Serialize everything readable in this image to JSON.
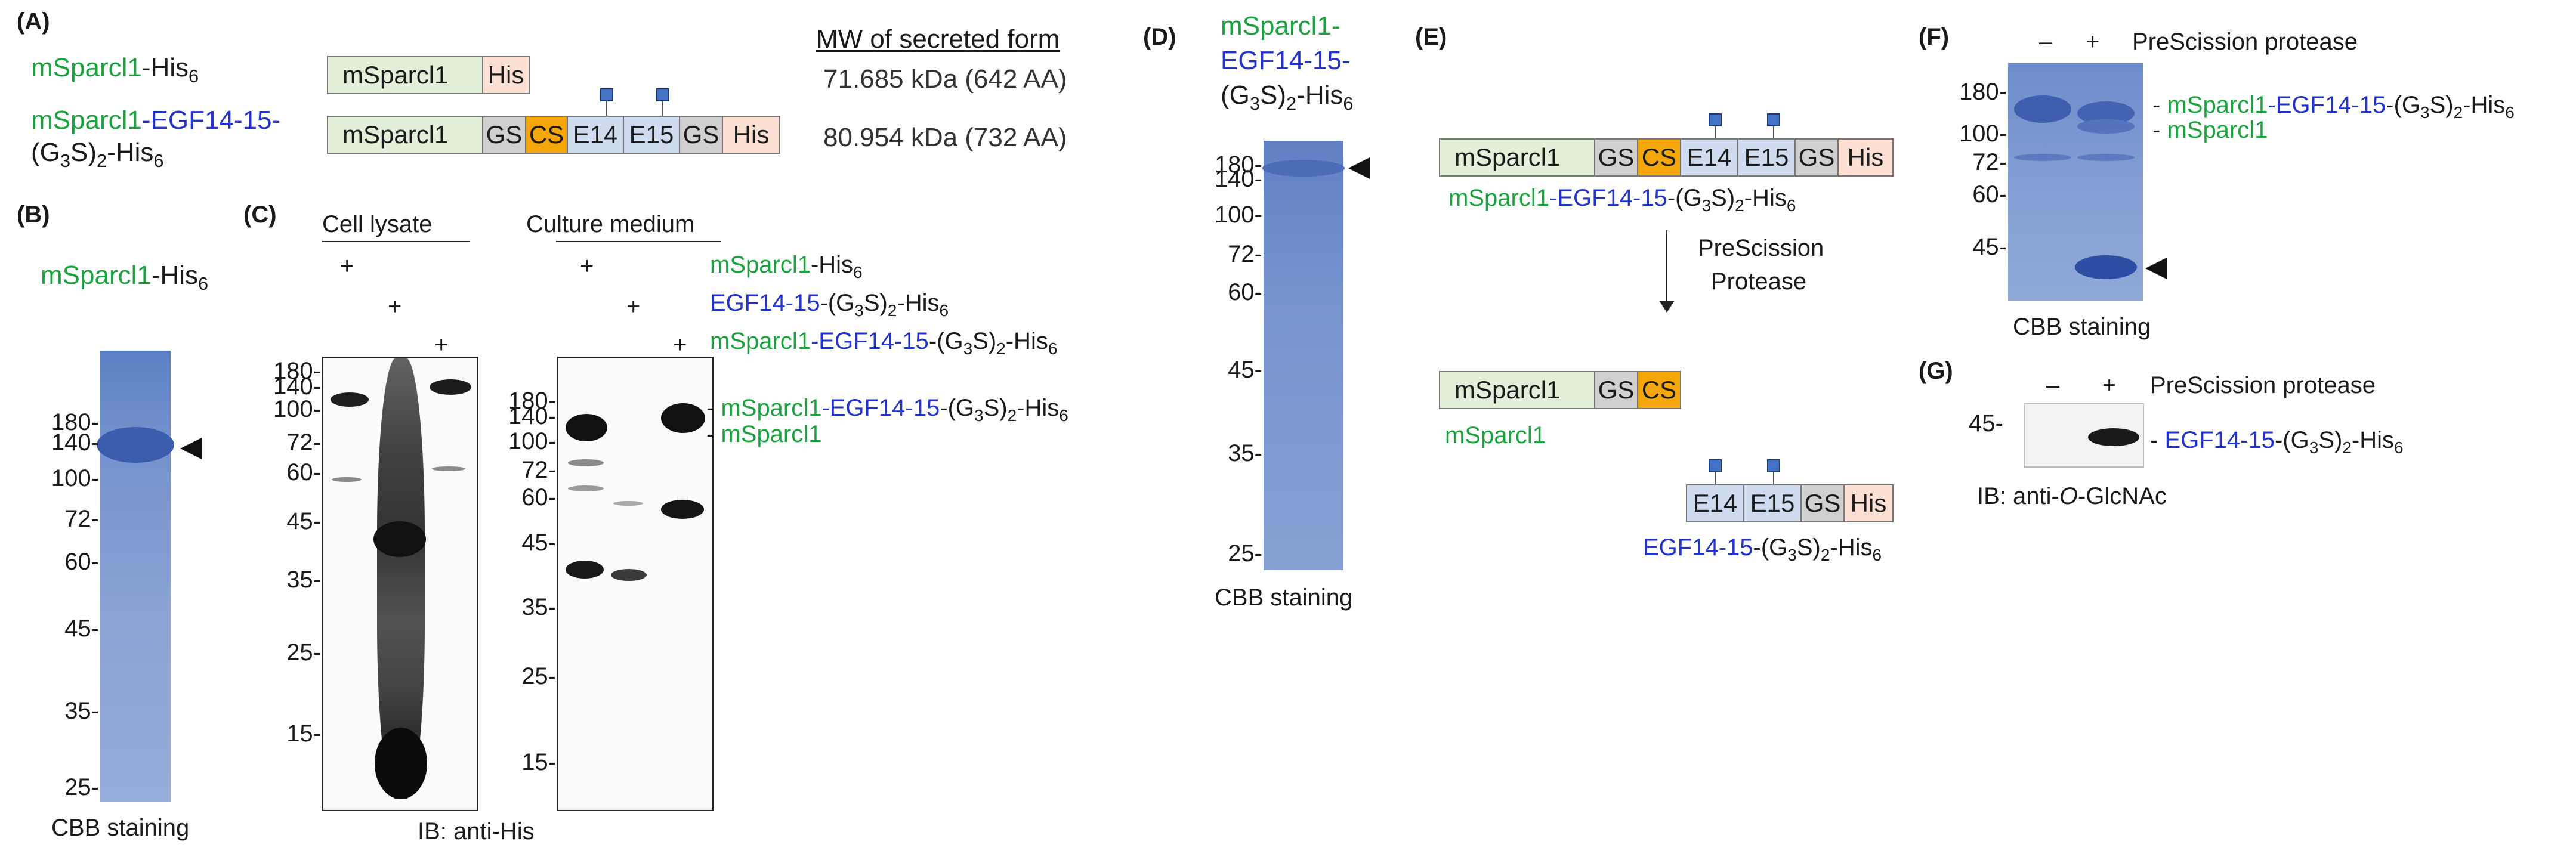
{
  "panels": {
    "A": "(A)",
    "B": "(B)",
    "C": "(C)",
    "D": "(D)",
    "E": "(E)",
    "F": "(F)",
    "G": "(G)"
  },
  "panelA": {
    "construct1_name_green": "mSparcl1",
    "construct1_name_rest": "-His",
    "construct1_sub": "6",
    "construct2_line1_green": "mSparcl1",
    "construct2_line1_blue": "-EGF14-15-",
    "construct2_line2": "(G",
    "construct2_line2_sub1": "3",
    "construct2_line2_mid": "S)",
    "construct2_line2_sub2": "2",
    "construct2_line2_end": "-His",
    "construct2_line2_sub3": "6",
    "domain_msparcl1": "mSparcl1",
    "domain_his": "His",
    "domain_gs": "GS",
    "domain_cs": "CS",
    "domain_e14": "E14",
    "domain_e15": "E15",
    "mw_header": "MW of secreted form",
    "mw1_value": "71.685",
    "mw1_unit": "kDa (642 AA)",
    "mw2_value": "80.954",
    "mw2_unit": "kDa (732 AA)"
  },
  "panelB": {
    "label_green": "mSparcl1",
    "label_rest": "-His",
    "label_sub": "6",
    "ladder": [
      "180",
      "140",
      "100",
      "72",
      "60",
      "45",
      "35",
      "25"
    ],
    "caption": "CBB staining"
  },
  "panelC": {
    "cell_lysate": "Cell lysate",
    "culture_medium": "Culture medium",
    "plus": "+",
    "legend1_green": "mSparcl1",
    "legend1_rest": "-His",
    "legend1_sub": "6",
    "legend2_blue": "EGF14-15",
    "legend2_rest": "-(G",
    "legend2_sub1": "3",
    "legend2_mid": "S)",
    "legend2_sub2": "2",
    "legend2_end": "-His",
    "legend2_sub3": "6",
    "legend3_green": "mSparcl1",
    "legend3_blue": "-EGF14-15",
    "legend3_rest": "-(G",
    "legend3_sub1": "3",
    "legend3_mid": "S)",
    "legend3_sub2": "2",
    "legend3_end": "-His",
    "legend3_sub3": "6",
    "ladder_lysate": [
      "180",
      "140",
      "100",
      "72",
      "60",
      "45",
      "35",
      "25",
      "15"
    ],
    "ladder_medium": [
      "180",
      "140",
      "100",
      "72",
      "60",
      "45",
      "35",
      "25",
      "15"
    ],
    "band_label1_green": "mSparcl1",
    "band_label1_blue": "-EGF14-15",
    "band_label1_rest": "-(G",
    "band_label1_sub1": "3",
    "band_label1_mid": "S)",
    "band_label1_sub2": "2",
    "band_label1_end": "-His",
    "band_label1_sub3": "6",
    "band_label2": "mSparcl1",
    "ib": "IB: anti-His"
  },
  "panelD": {
    "title_line1": "mSparcl1-",
    "title_line2": "EGF14-15-",
    "title_line3a": "(G",
    "title_line3_sub1": "3",
    "title_line3b": "S)",
    "title_line3_sub2": "2",
    "title_line3c": "-His",
    "title_line3_sub3": "6",
    "ladder": [
      "180",
      "140",
      "100",
      "72",
      "60",
      "45",
      "35",
      "25"
    ],
    "caption": "CBB staining"
  },
  "panelE": {
    "label_top_green": "mSparcl1",
    "label_top_blue": "-EGF14-15",
    "label_top_rest": "-(G",
    "label_top_sub1": "3",
    "label_top_mid": "S)",
    "label_top_sub2": "2",
    "label_top_end": "-His",
    "label_top_sub3": "6",
    "arrow_line1": "PreScission",
    "arrow_line2": "Protease",
    "label_mid": "mSparcl1",
    "label_bot_blue": "EGF14-15",
    "label_bot_rest": "-(G",
    "label_bot_sub1": "3",
    "label_bot_mid": "S)",
    "label_bot_sub2": "2",
    "label_bot_end": "-His",
    "label_bot_sub3": "6"
  },
  "panelF": {
    "minus": "–",
    "plus": "+",
    "protease": "PreScission protease",
    "ladder": [
      "180",
      "100",
      "72",
      "60",
      "45"
    ],
    "band1_green": "mSparcl1",
    "band1_blue": "-EGF14-15",
    "band1_rest": "-(G",
    "band1_sub1": "3",
    "band1_mid": "S)",
    "band1_sub2": "2",
    "band1_end": "-His",
    "band1_sub3": "6",
    "band2": "mSparcl1",
    "caption": "CBB staining"
  },
  "panelG": {
    "minus": "–",
    "plus": "+",
    "protease": "PreScission protease",
    "ladder": "45-",
    "band_blue": "EGF14-15",
    "band_rest": "-(G",
    "band_sub1": "3",
    "band_mid": "S)",
    "band_sub2": "2",
    "band_end": "-His",
    "band_sub3": "6",
    "ib_prefix": "IB: anti-",
    "ib_italic": "O",
    "ib_suffix": "-GlcNAc"
  },
  "colors": {
    "green": "#1aa33c",
    "blue": "#2233cc",
    "gel_blue": "#6f8fc9",
    "cs_orange": "#f4a70a",
    "sugar_blue": "#4472c4"
  }
}
